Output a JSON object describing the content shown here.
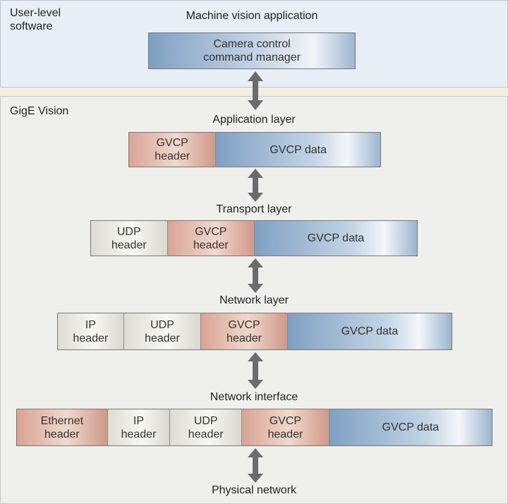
{
  "user_level": {
    "label": "User-level\nsoftware",
    "title": "Machine vision application",
    "box": "Camera control\ncommand manager"
  },
  "gige": {
    "label": "GigE Vision",
    "layers": [
      {
        "name": "Application layer",
        "cells": [
          {
            "text": "GVCP\nheader",
            "kind": "pink"
          },
          {
            "text": "GVCP data",
            "kind": "blue"
          }
        ]
      },
      {
        "name": "Transport layer",
        "cells": [
          {
            "text": "UDP\nheader",
            "kind": "gray"
          },
          {
            "text": "GVCP\nheader",
            "kind": "pink"
          },
          {
            "text": "GVCP data",
            "kind": "blue"
          }
        ]
      },
      {
        "name": "Network layer",
        "cells": [
          {
            "text": "IP\nheader",
            "kind": "gray"
          },
          {
            "text": "UDP\nheader",
            "kind": "gray"
          },
          {
            "text": "GVCP\nheader",
            "kind": "pink"
          },
          {
            "text": "GVCP data",
            "kind": "blue"
          }
        ]
      },
      {
        "name": "Network interface",
        "cells": [
          {
            "text": "Ethernet\nheader",
            "kind": "pink"
          },
          {
            "text": "IP\nheader",
            "kind": "gray"
          },
          {
            "text": "UDP\nheader",
            "kind": "gray"
          },
          {
            "text": "GVCP\nheader",
            "kind": "pink"
          },
          {
            "text": "GVCP data",
            "kind": "blue"
          }
        ]
      }
    ],
    "bottom": "Physical network"
  },
  "colors": {
    "header_pink": "#e6b9aa",
    "header_gray": "#ececE4",
    "data_blue": "#9db6d2",
    "arrow": "#6b6b6b"
  }
}
